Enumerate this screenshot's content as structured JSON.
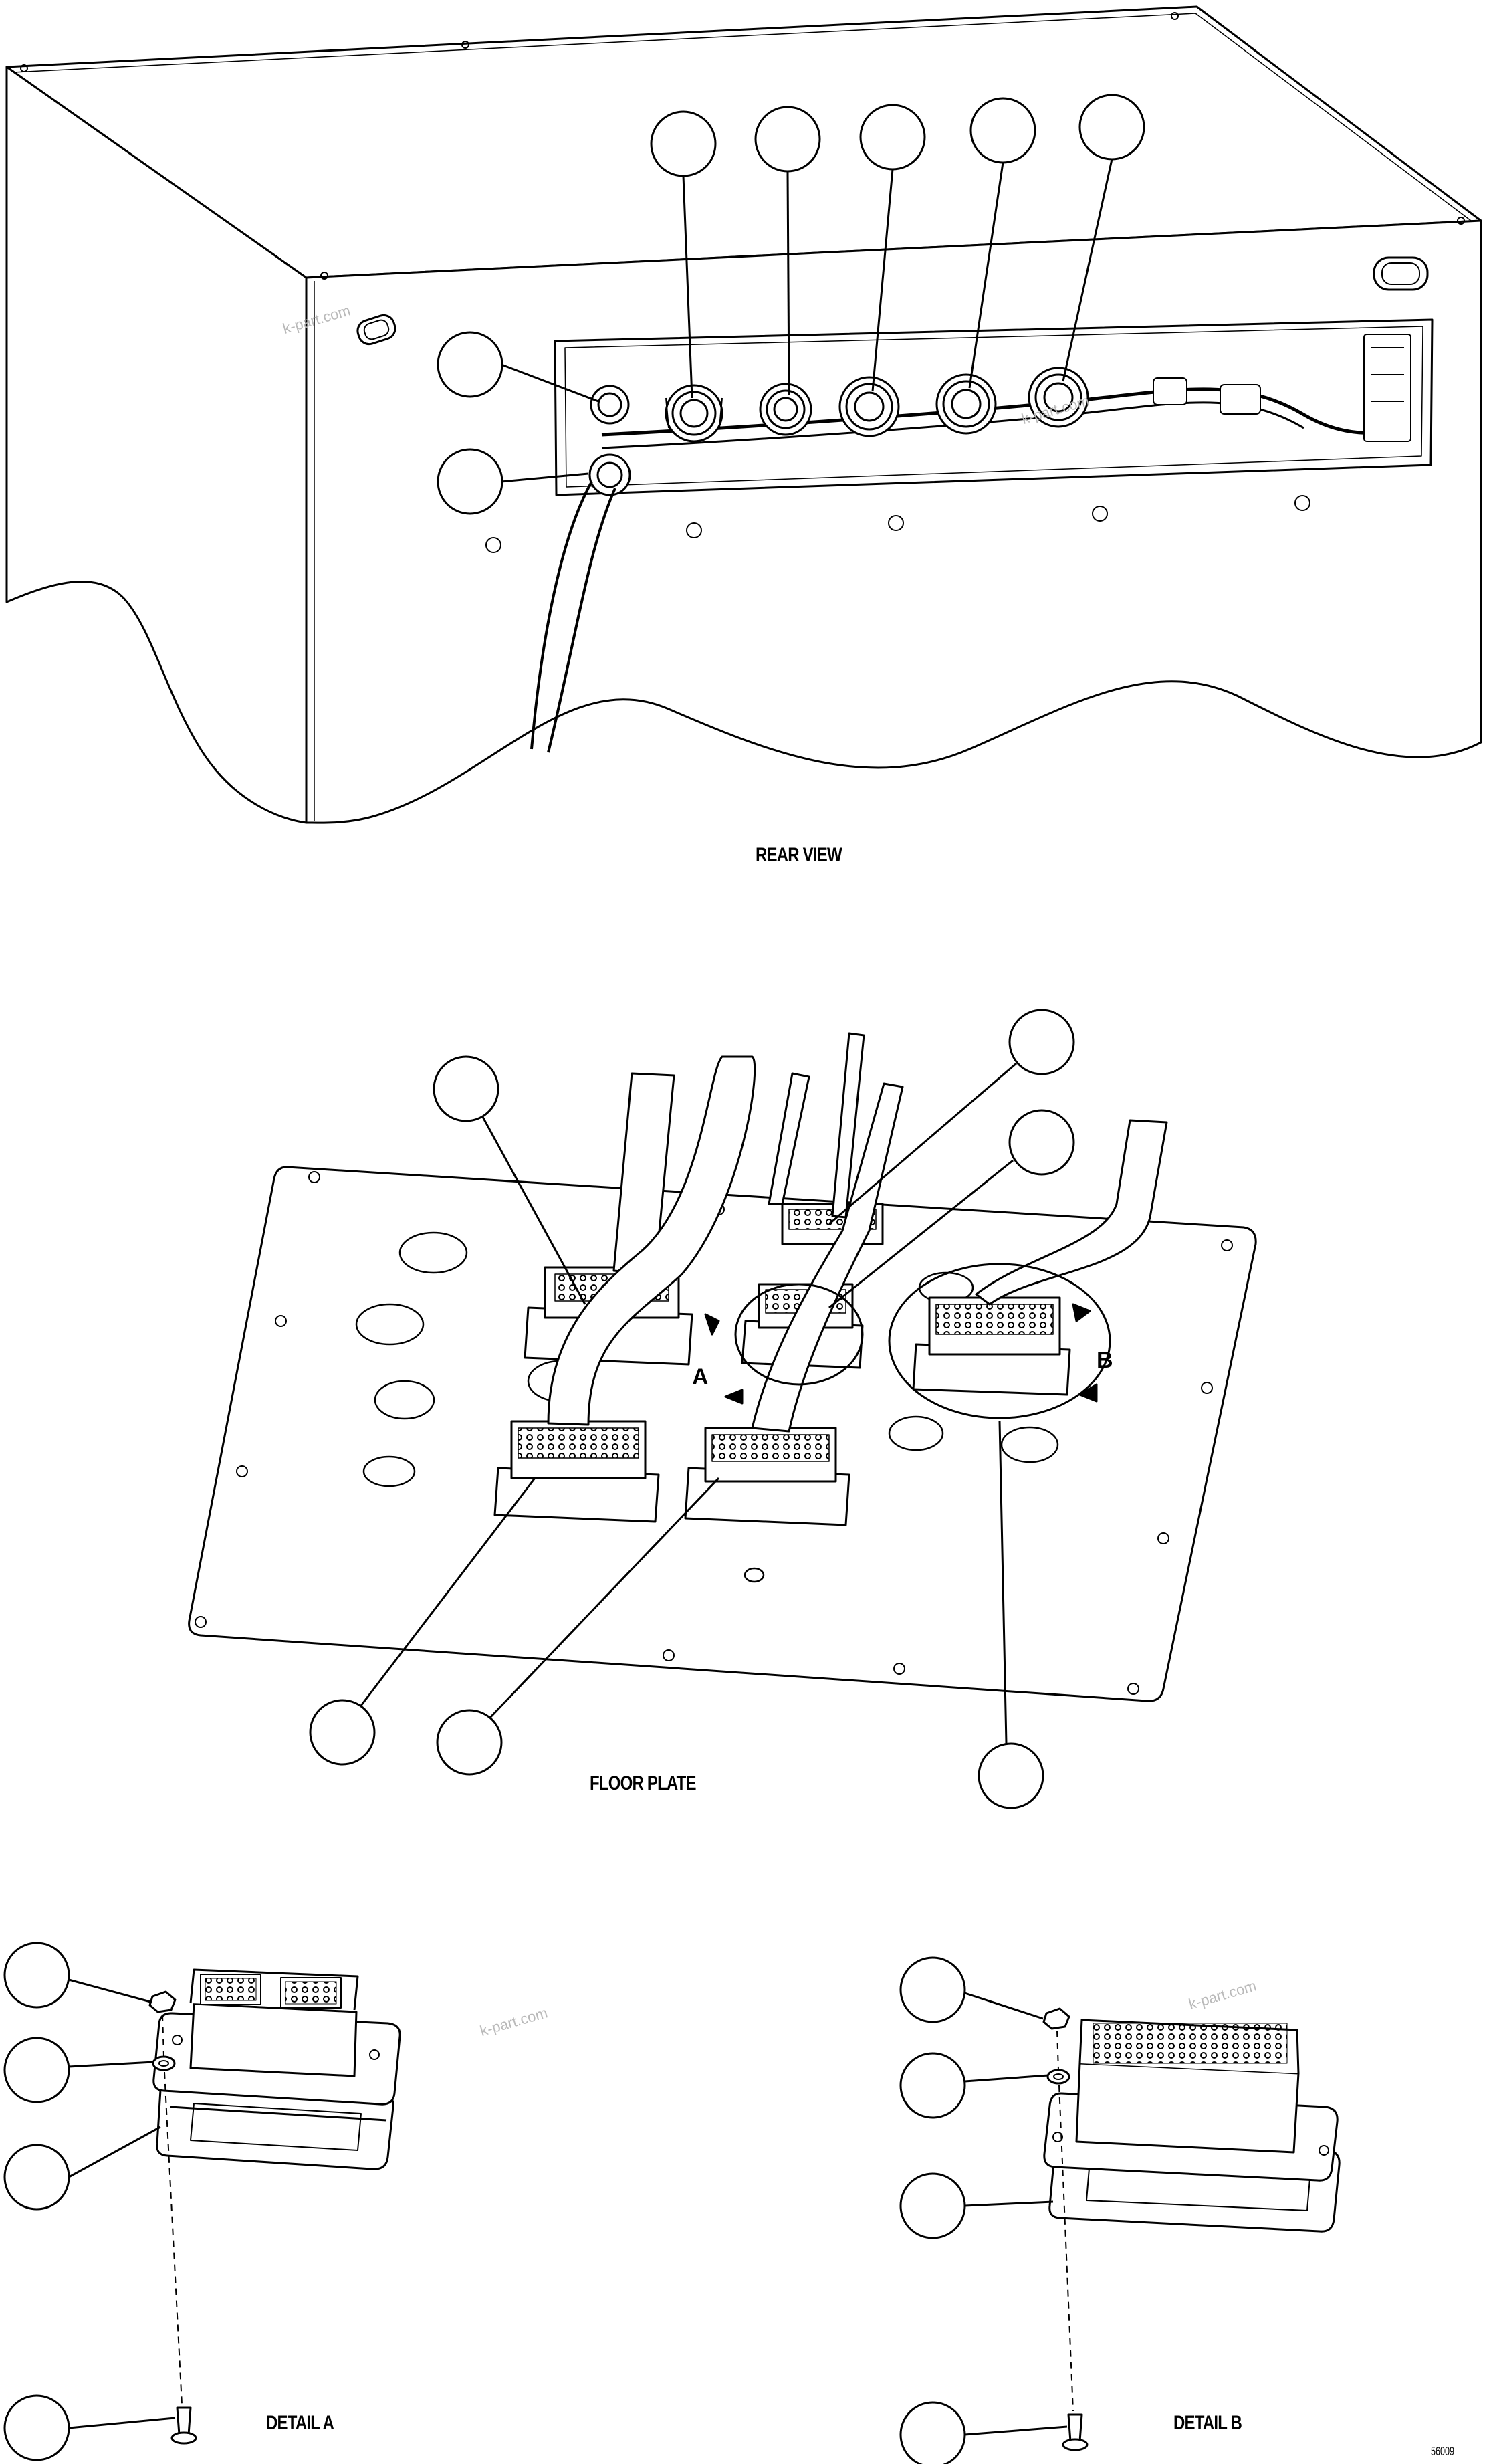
{
  "views": {
    "rear_view": {
      "caption": "REAR VIEW"
    },
    "floor_plate": {
      "caption": "FLOOR PLATE",
      "detail_markers": [
        "A",
        "B"
      ]
    },
    "detail_a": {
      "caption": "DETAIL A"
    },
    "detail_b": {
      "caption": "DETAIL B"
    }
  },
  "watermarks": [
    "k-part.com",
    "k-part.com",
    "k-part.com",
    "k-part.com"
  ],
  "sheet_number": "56009",
  "style": {
    "line_color": "#000000",
    "background": "#ffffff",
    "watermark_color": "#b9b9b9"
  }
}
